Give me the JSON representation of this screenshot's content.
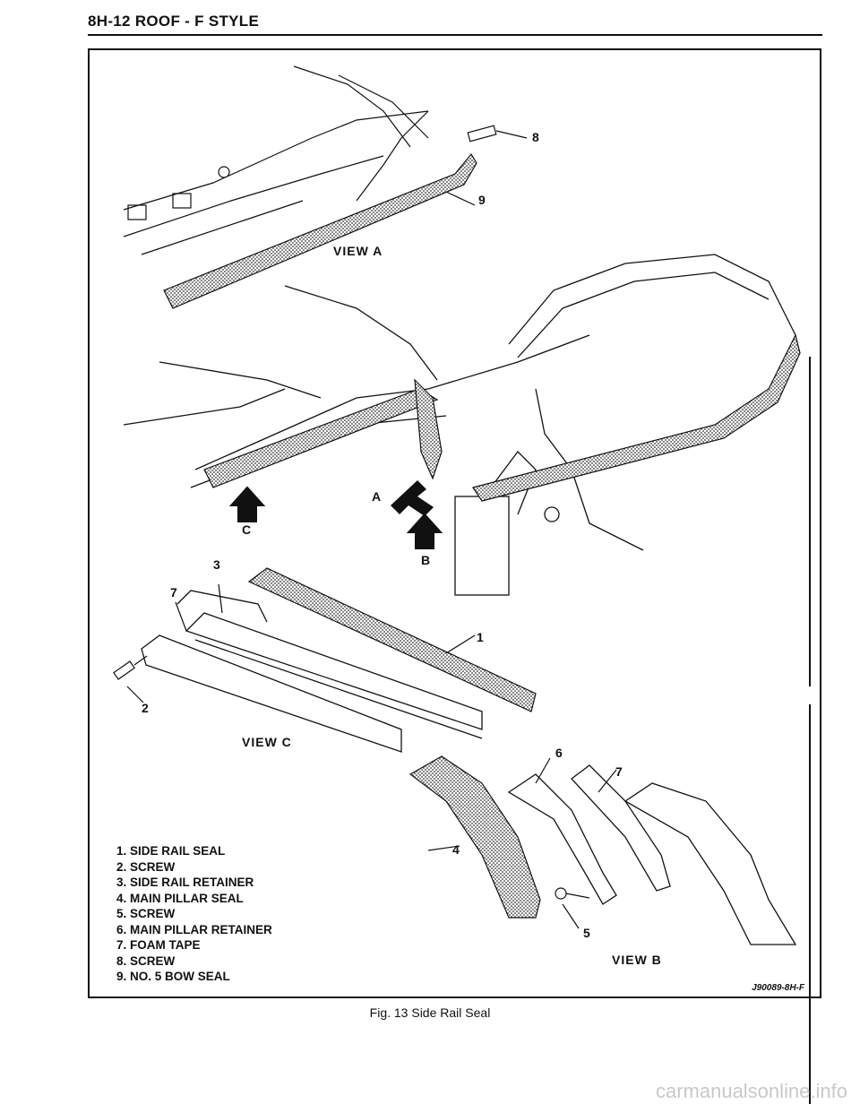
{
  "header": {
    "title": "8H-12 ROOF - F STYLE"
  },
  "views": {
    "a": "VIEW A",
    "b": "VIEW B",
    "c": "VIEW C"
  },
  "arrow_letters": {
    "a": "A",
    "b": "B",
    "c": "C"
  },
  "callouts": {
    "n1": "1",
    "n2": "2",
    "n3": "3",
    "n4": "4",
    "n5": "5",
    "n6": "6",
    "n7a": "7",
    "n7b": "7",
    "n8": "8",
    "n9": "9"
  },
  "parts": [
    "1. SIDE RAIL SEAL",
    "2. SCREW",
    "3. SIDE RAIL RETAINER",
    "4. MAIN PILLAR SEAL",
    "5. SCREW",
    "6. MAIN PILLAR RETAINER",
    "7. FOAM TAPE",
    "8. SCREW",
    "9. NO. 5 BOW SEAL"
  ],
  "figure_code": "J90089-8H-F",
  "caption": "Fig. 13 Side Rail Seal",
  "watermark": "carmanualsonline.info"
}
